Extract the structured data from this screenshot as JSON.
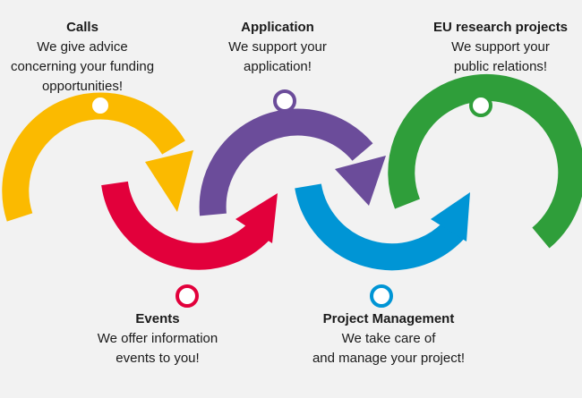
{
  "steps": {
    "calls": {
      "title": "Calls",
      "line1": "We give advice",
      "line2": "concerning your funding",
      "line3": "opportunities!",
      "color": "#fbba00"
    },
    "events": {
      "title": "Events",
      "line1": "We offer information",
      "line2": "events to you!",
      "color": "#e2003b"
    },
    "application": {
      "title": "Application",
      "line1": "We support your",
      "line2": "application!",
      "color": "#6b4c9a"
    },
    "project_management": {
      "title": "Project Management",
      "line1": "We take care of",
      "line2": "and manage your project!",
      "color": "#0095d5"
    },
    "eu_projects": {
      "title": "EU research projects",
      "line1": "We support your",
      "line2": "public relations!",
      "color": "#2f9e3a"
    }
  }
}
